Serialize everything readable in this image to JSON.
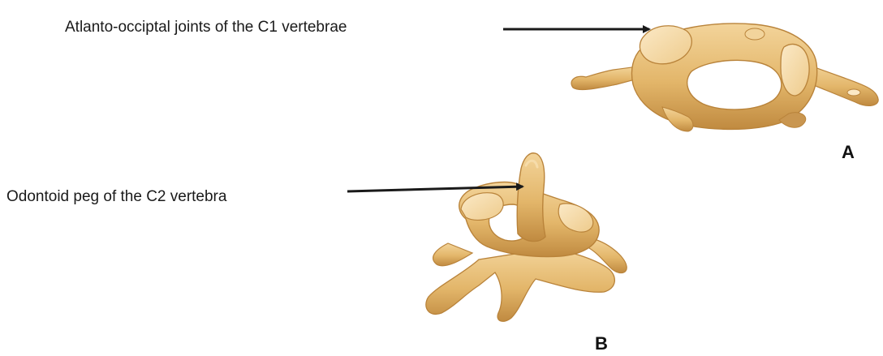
{
  "labels": {
    "c1_joints": "Atlanto-occiptal joints of the C1 vertebrae",
    "c2_peg": "Odontoid peg of the C2 vertebra"
  },
  "figures": {
    "a": "A",
    "b": "B"
  },
  "colors": {
    "bone_fill": "#e3b66a",
    "bone_shadow": "#b9833a",
    "bone_highlight": "#f6dcaa",
    "arrow": "#1a1a1a"
  }
}
